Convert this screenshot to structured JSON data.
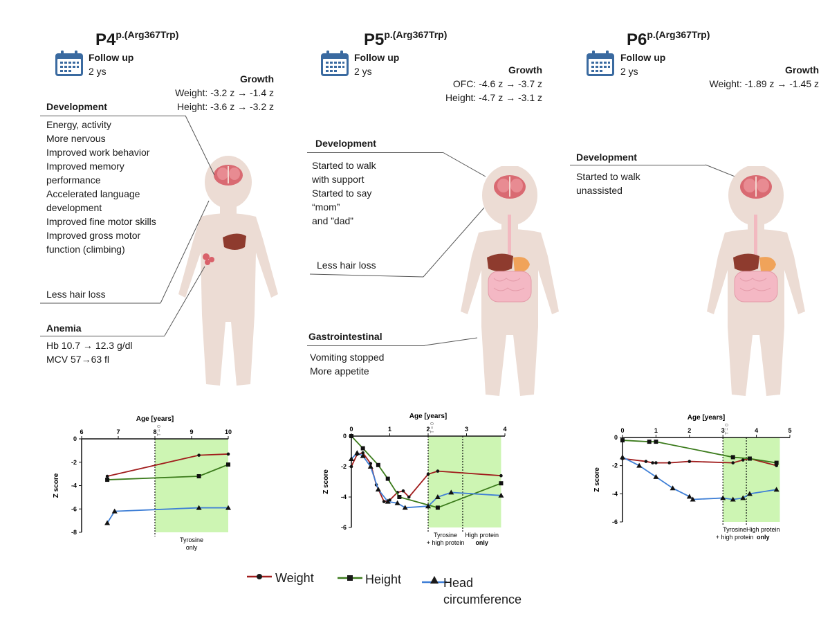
{
  "panels": [
    {
      "title": "P4",
      "variant": "p.(Arg367Trp)",
      "follow_up_label": "Follow up",
      "follow_up_value": "2 ys",
      "growth_title": "Growth",
      "growth_lines": [
        "Weight: -3.2 z → -1.4 z",
        "Height: -3.6 z → -3.2 z"
      ],
      "development_title": "Development",
      "development_lines": [
        "Energy, activity",
        "More nervous",
        "Improved work behavior",
        "Improved memory",
        "performance",
        "Accelerated  language",
        "development",
        "Improved fine motor skills",
        "Improved gross motor",
        "function (climbing)"
      ],
      "hair": "Less hair loss",
      "anemia_title": "Anemia",
      "anemia_lines": [
        "Hb 10.7 → 12.3 g/dl",
        "MCV 57→63 fl"
      ]
    },
    {
      "title": "P5",
      "variant": "p.(Arg367Trp)",
      "follow_up_label": "Follow up",
      "follow_up_value": "2 ys",
      "growth_title": "Growth",
      "growth_lines": [
        "OFC:  -4.6 z → -3.7 z",
        "Height: -4.7 z → -3.1 z"
      ],
      "development_title": "Development",
      "development_lines": [
        "Started to walk",
        "with support",
        "Started to say",
        "“mom”",
        "and ”dad”"
      ],
      "hair": "Less hair loss",
      "gi_title": "Gastrointestinal",
      "gi_lines": [
        "Vomiting stopped",
        "More appetite"
      ]
    },
    {
      "title": "P6",
      "variant": "p.(Arg367Trp)",
      "follow_up_label": "Follow up",
      "follow_up_value": "2 ys",
      "growth_title": "Growth",
      "growth_lines": [
        "Weight:  -1.89 z → -1.45 z"
      ],
      "development_title": "Development",
      "development_lines": [
        "Started to walk",
        "unassisted"
      ]
    }
  ],
  "chart_data": [
    {
      "type": "line",
      "xlabel": "Age [years]",
      "ylabel": "Z score",
      "xlim": [
        6,
        10
      ],
      "ylim": [
        -8,
        0
      ],
      "xticks": [
        6,
        7,
        8,
        9,
        10
      ],
      "yticks": [
        0,
        -2,
        -4,
        -6,
        -8
      ],
      "t0_label": "T = 0",
      "t0_x": 8,
      "shaded": [
        {
          "from": 8,
          "to": 10,
          "label": [
            "Tyrosine",
            "only"
          ]
        }
      ],
      "series": [
        {
          "name": "Weight",
          "x": [
            6.7,
            9.2,
            10
          ],
          "y": [
            -3.2,
            -1.4,
            -1.3
          ]
        },
        {
          "name": "Height",
          "x": [
            6.7,
            9.2,
            10
          ],
          "y": [
            -3.5,
            -3.2,
            -2.2
          ]
        },
        {
          "name": "Head circumference",
          "x": [
            6.7,
            6.9,
            9.2,
            10
          ],
          "y": [
            -7.2,
            -6.2,
            -5.9,
            -5.9
          ]
        }
      ]
    },
    {
      "type": "line",
      "xlabel": "Age [years]",
      "ylabel": "Z score",
      "xlim": [
        0,
        4
      ],
      "ylim": [
        -6,
        0
      ],
      "xticks": [
        0,
        1,
        2,
        3,
        4
      ],
      "yticks": [
        0,
        -2,
        -4,
        -6
      ],
      "t0_label": "T = 0",
      "t0_x": 2,
      "shaded": [
        {
          "from": 2,
          "to": 2.9,
          "label": [
            "Tyrosine",
            "+ high protein"
          ]
        },
        {
          "from": 2.9,
          "to": 3.9,
          "label": [
            "High protein",
            "only"
          ]
        }
      ],
      "series": [
        {
          "name": "Weight",
          "x": [
            0,
            0.15,
            0.3,
            0.5,
            0.65,
            0.85,
            1.0,
            1.2,
            1.35,
            1.5,
            2.0,
            2.25,
            3.9
          ],
          "y": [
            -2.0,
            -1.2,
            -1.1,
            -1.8,
            -3.2,
            -4.3,
            -4.2,
            -3.7,
            -3.6,
            -4.0,
            -2.5,
            -2.3,
            -2.6
          ]
        },
        {
          "name": "Height",
          "x": [
            0,
            0.3,
            0.7,
            0.95,
            1.25,
            2.25,
            3.9
          ],
          "y": [
            0,
            -0.8,
            -1.9,
            -2.8,
            -4.0,
            -4.7,
            -3.1
          ]
        },
        {
          "name": "Head circumference",
          "x": [
            0,
            0.15,
            0.3,
            0.5,
            0.7,
            0.95,
            1.2,
            1.4,
            2.0,
            2.25,
            2.6,
            3.9
          ],
          "y": [
            -1.5,
            -1.1,
            -1.3,
            -2.0,
            -3.5,
            -4.3,
            -4.4,
            -4.7,
            -4.6,
            -4.0,
            -3.7,
            -3.9
          ]
        }
      ]
    },
    {
      "type": "line",
      "xlabel": "Age [years]",
      "ylabel": "Z score",
      "xlim": [
        0,
        5
      ],
      "ylim": [
        -6,
        0
      ],
      "xticks": [
        0,
        1,
        2,
        3,
        4,
        5
      ],
      "yticks": [
        0,
        -2,
        -4,
        -6
      ],
      "t0_label": "T = 0",
      "t0_x": 3,
      "shaded": [
        {
          "from": 3,
          "to": 3.7,
          "label": [
            "Tyrosine",
            "+ high protein"
          ]
        },
        {
          "from": 3.7,
          "to": 4.7,
          "label": [
            "High protein",
            "only"
          ]
        }
      ],
      "series": [
        {
          "name": "Weight",
          "x": [
            0,
            0.7,
            0.9,
            1.0,
            1.4,
            2.0,
            3.3,
            3.6,
            3.8,
            4.6
          ],
          "y": [
            -1.5,
            -1.7,
            -1.8,
            -1.8,
            -1.8,
            -1.7,
            -1.8,
            -1.6,
            -1.5,
            -2.0
          ]
        },
        {
          "name": "Height",
          "x": [
            0,
            0.8,
            1.0,
            3.3,
            3.8,
            4.6
          ],
          "y": [
            -0.2,
            -0.3,
            -0.3,
            -1.4,
            -1.5,
            -1.8
          ]
        },
        {
          "name": "Head circumference",
          "x": [
            0,
            0.5,
            1.0,
            1.5,
            2.0,
            2.1,
            3.0,
            3.3,
            3.6,
            3.8,
            4.6
          ],
          "y": [
            -1.4,
            -2.0,
            -2.8,
            -3.6,
            -4.2,
            -4.4,
            -4.3,
            -4.4,
            -4.3,
            -4.0,
            -3.7
          ]
        }
      ]
    }
  ],
  "legend": [
    {
      "name": "Weight",
      "color": "#a01c1c",
      "marker": "circle"
    },
    {
      "name": "Height",
      "color": "#3a7a1a",
      "marker": "square"
    },
    {
      "name": "Head circumference",
      "color": "#3f7fd6",
      "marker": "triangle",
      "lines": [
        "Head",
        "circumference"
      ]
    }
  ],
  "colors": {
    "weight": "#a01c1c",
    "height": "#3a7a1a",
    "head": "#3f7fd6",
    "shade": "#cdf5b3",
    "body": "#ecdcd4",
    "calendar": "#3a6aa0"
  }
}
